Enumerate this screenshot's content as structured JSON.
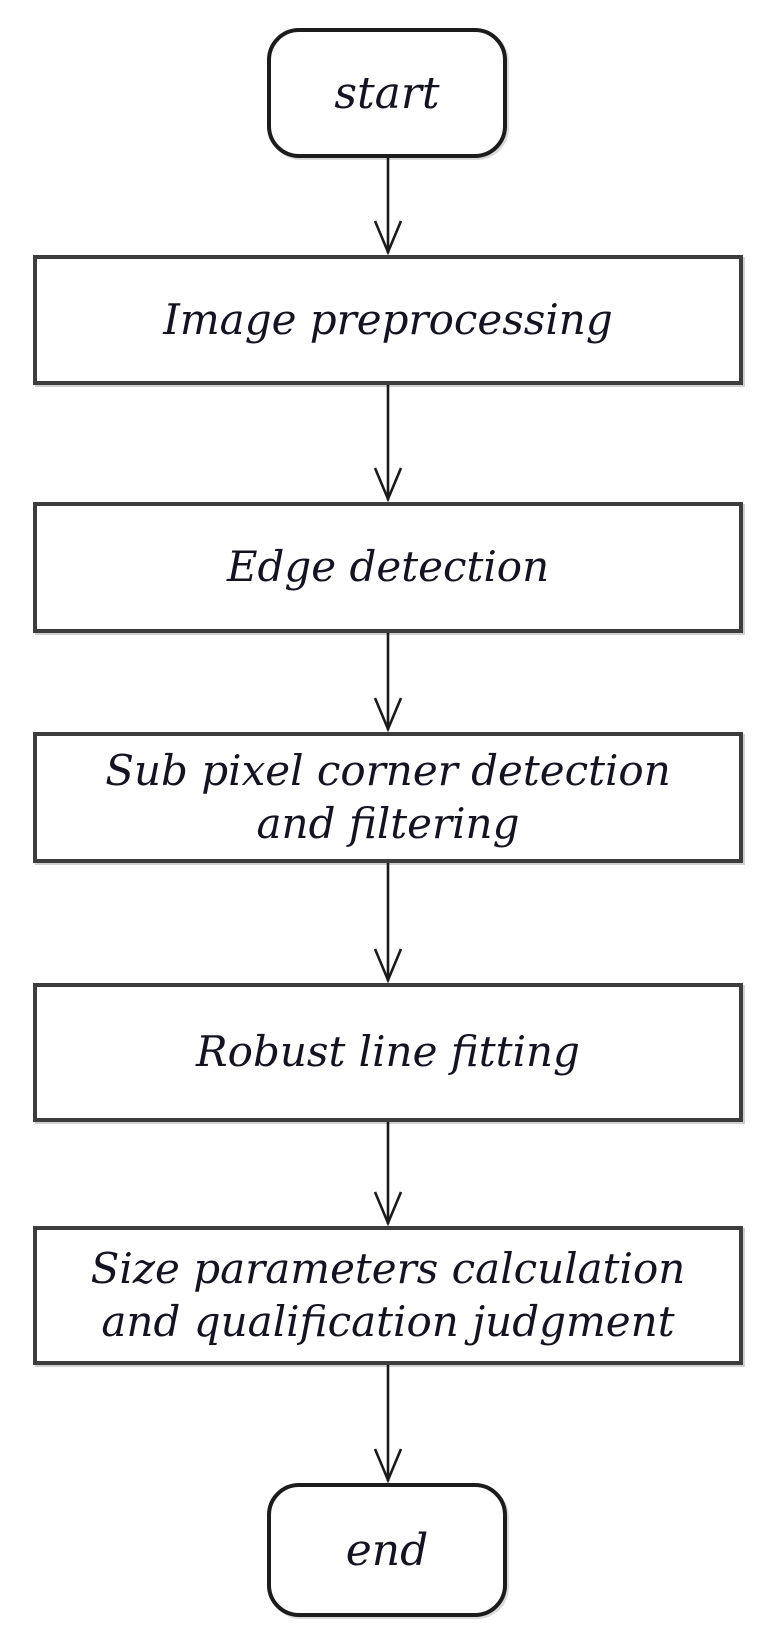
{
  "figure": {
    "type": "flowchart",
    "description": "Vertical flowchart of an image measurement algorithm",
    "background": "#ffffff"
  },
  "colors": {
    "process_border": "#3d3d3d",
    "terminator_border": "#1c1c1c",
    "text": "#131322",
    "arrow": "#1a1a1a"
  },
  "nodes": [
    {
      "id": "start",
      "shape": "rounded-terminator",
      "label": "start"
    },
    {
      "id": "image-preprocessing",
      "shape": "process",
      "label": "Image preprocessing"
    },
    {
      "id": "edge-detection",
      "shape": "process",
      "label": "Edge detection"
    },
    {
      "id": "subpixel-corner-detection",
      "shape": "process",
      "label": "Sub pixel corner detection\nand filtering"
    },
    {
      "id": "robust-line-fitting",
      "shape": "process",
      "label": "Robust line fitting"
    },
    {
      "id": "size-parameters",
      "shape": "process",
      "label": "Size parameters calculation\nand qualification judgment"
    },
    {
      "id": "end",
      "shape": "rounded-terminator",
      "label": "end"
    }
  ],
  "edges": [
    {
      "from": "start",
      "to": "image-preprocessing",
      "style": "open-v-arrow"
    },
    {
      "from": "image-preprocessing",
      "to": "edge-detection",
      "style": "open-v-arrow"
    },
    {
      "from": "edge-detection",
      "to": "subpixel-corner-detection",
      "style": "open-v-arrow"
    },
    {
      "from": "subpixel-corner-detection",
      "to": "robust-line-fitting",
      "style": "open-v-arrow"
    },
    {
      "from": "robust-line-fitting",
      "to": "size-parameters",
      "style": "open-v-arrow"
    },
    {
      "from": "size-parameters",
      "to": "end",
      "style": "open-v-arrow"
    }
  ]
}
